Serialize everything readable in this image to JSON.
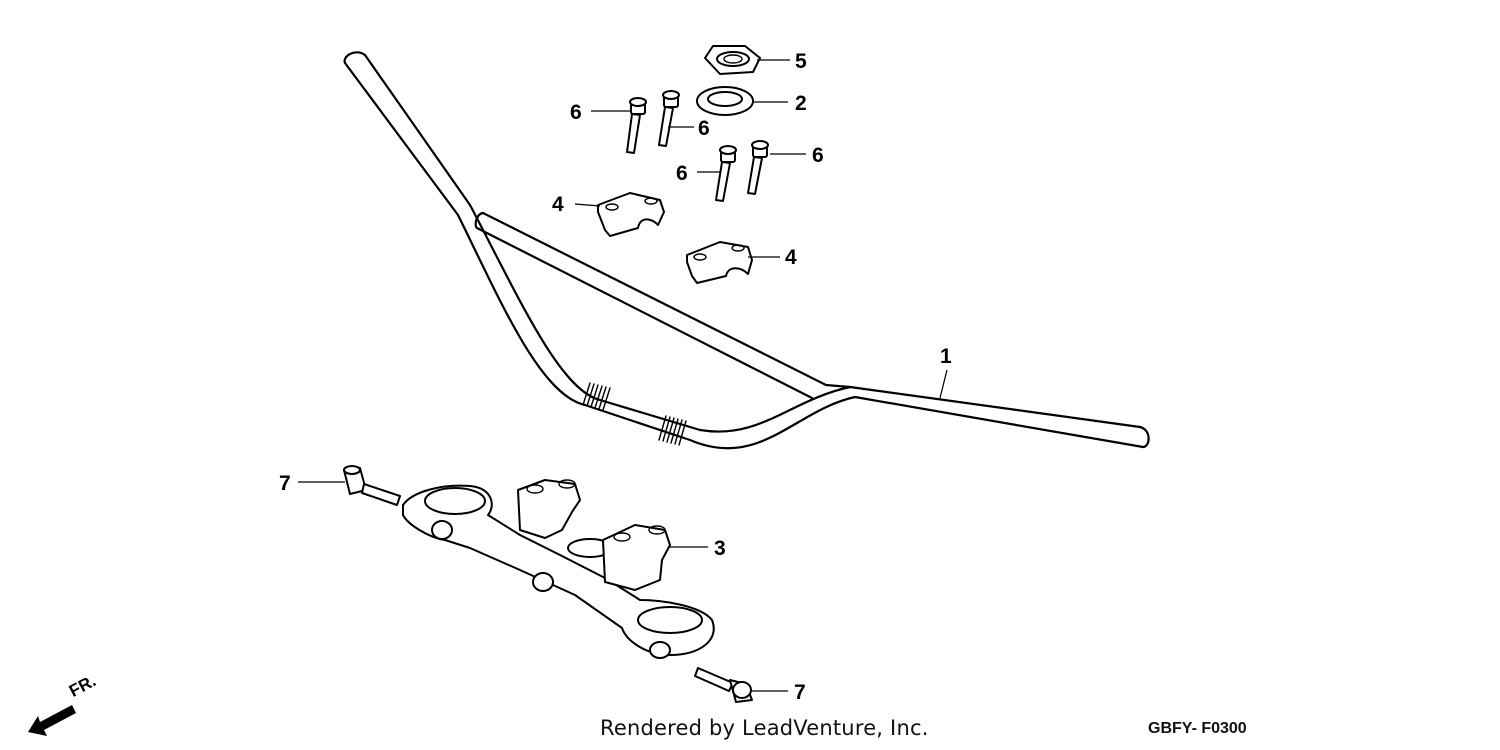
{
  "diagram": {
    "callouts": [
      {
        "id": "handlebar",
        "label": "1"
      },
      {
        "id": "washer",
        "label": "2"
      },
      {
        "id": "top-bridge",
        "label": "3"
      },
      {
        "id": "holder-upper",
        "label": "4"
      },
      {
        "id": "holder-lower",
        "label": "4"
      },
      {
        "id": "nut",
        "label": "5"
      },
      {
        "id": "bolt-a",
        "label": "6"
      },
      {
        "id": "bolt-b",
        "label": "6"
      },
      {
        "id": "bolt-c",
        "label": "6"
      },
      {
        "id": "bolt-d",
        "label": "6"
      },
      {
        "id": "bridge-bolt-left",
        "label": "7"
      },
      {
        "id": "bridge-bolt-right",
        "label": "7"
      }
    ],
    "front_indicator": "FR.",
    "credit": "Rendered by LeadVenture, Inc.",
    "code": "GBFY- F0300"
  }
}
